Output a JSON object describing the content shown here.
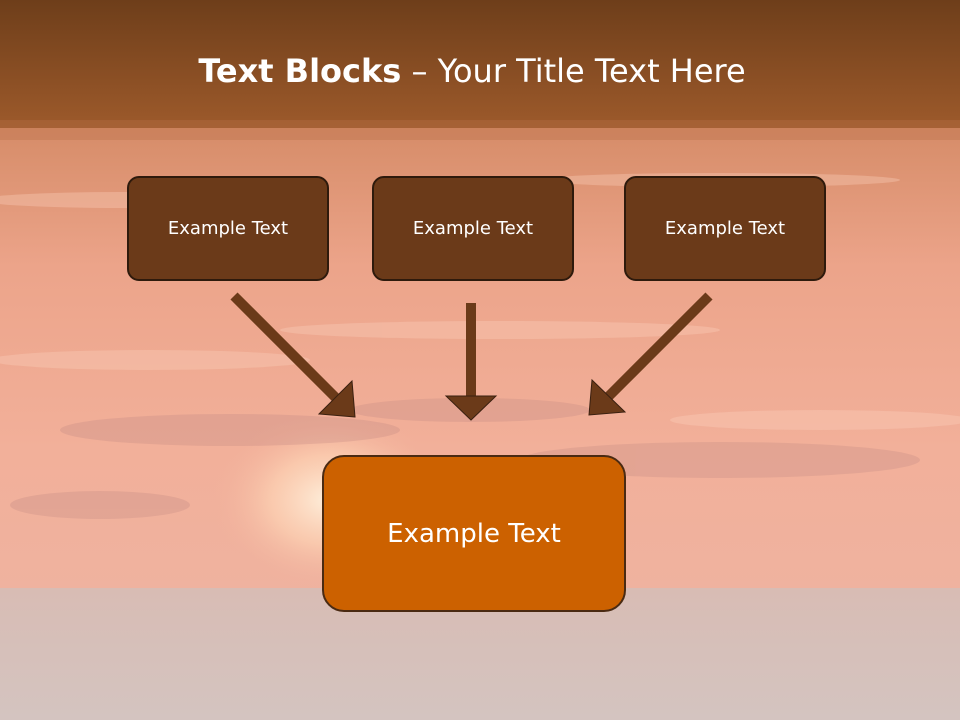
{
  "slide": {
    "title_bold": "Text Blocks",
    "title_dash": " – ",
    "title_rest": "Your Title Text Here"
  },
  "diagram": {
    "blocks": [
      {
        "label": "Example Text"
      },
      {
        "label": "Example Text"
      },
      {
        "label": "Example Text"
      }
    ],
    "result": {
      "label": "Example Text"
    }
  },
  "colors": {
    "header_dark": "#6b3a19",
    "header_light": "#9a5a2c",
    "block_fill": "#6b3a19",
    "result_fill": "#cc6100",
    "arrow": "#6b3a19"
  }
}
